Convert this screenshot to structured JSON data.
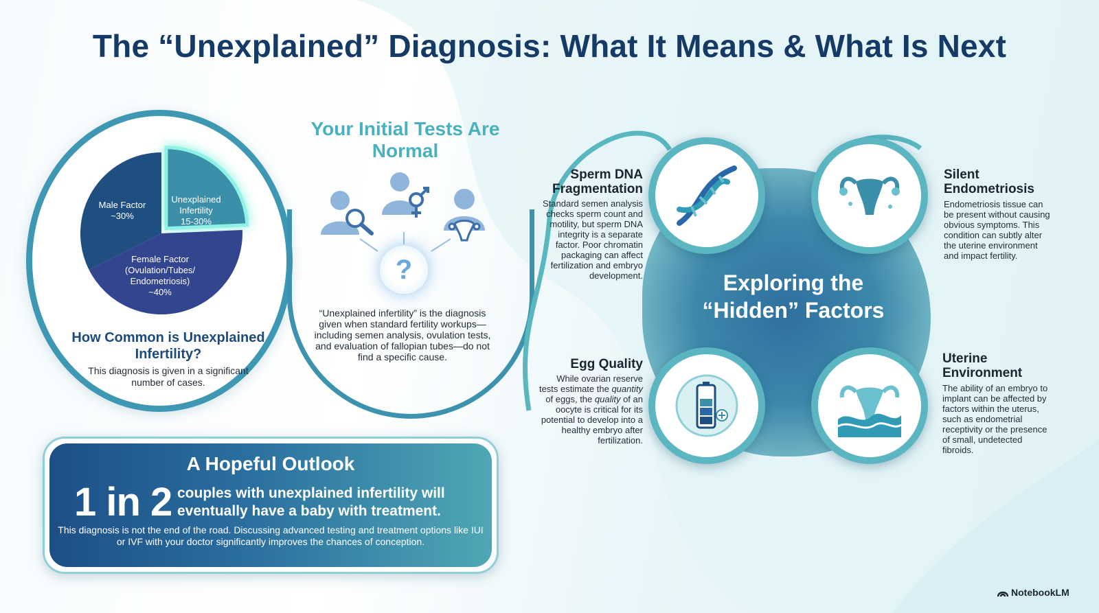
{
  "title": "The “Unexplained” Diagnosis: What It Means & What Is Next",
  "pie": {
    "slices": [
      {
        "label": "Male Factor",
        "value_text": "~30%",
        "value": 30,
        "color": "#1f4f80"
      },
      {
        "label": "Unexplained Infertility",
        "value_text": "15-30%",
        "value": 22.5,
        "color": "#3c8fa9"
      },
      {
        "label": "Female Factor (Ovulation/Tubes/ Endometriosis)",
        "value_text": "~40%",
        "value": 40,
        "color": "#34458f"
      }
    ],
    "heading": "How Common is Unexplained Infertility?",
    "description": "This diagnosis is given in a significant number of cases."
  },
  "tests": {
    "heading": "Your Initial Tests Are Normal",
    "question": "?",
    "description": "“Unexplained infertility” is the diagnosis given when standard fertility workups—including semen analysis, ovulation tests, and evaluation of fallopian tubes—do not find a specific cause."
  },
  "hidden": {
    "heading": "Exploring the “Hidden” Factors",
    "factors": {
      "sperm": {
        "title": "Sperm DNA Fragmentation",
        "text": "Standard semen analysis checks sperm count and motility, but sperm DNA integrity is a separate factor. Poor chromatin packaging can affect fertilization and embryo development."
      },
      "endometriosis": {
        "title": "Silent Endometriosis",
        "text": "Endometriosis tissue can be present without causing obvious symptoms. This condition can subtly alter the uterine environment and impact fertility."
      },
      "egg": {
        "title": "Egg Quality",
        "text_1": "While ovarian reserve tests estimate the ",
        "text_em_1": "quantity",
        "text_2": " of eggs, the ",
        "text_em_2": "quality",
        "text_3": " of an oocyte is critical for its potential to develop into a healthy embryo after fertilization."
      },
      "uterine": {
        "title": "Uterine Environment",
        "text": "The ability of an embryo to implant can be affected by factors within the uterus, such as endometrial receptivity or the presence of small, undetected fibroids."
      }
    }
  },
  "outlook": {
    "heading": "A Hopeful Outlook",
    "stat": "1 in 2",
    "message": "couples with unexplained infertility will eventually have a baby with treatment.",
    "description": "This diagnosis is not the end of the road. Discussing advanced testing and treatment options like IUI or IVF with your doctor significantly improves the chances of conception."
  },
  "brand": "NotebookLM"
}
